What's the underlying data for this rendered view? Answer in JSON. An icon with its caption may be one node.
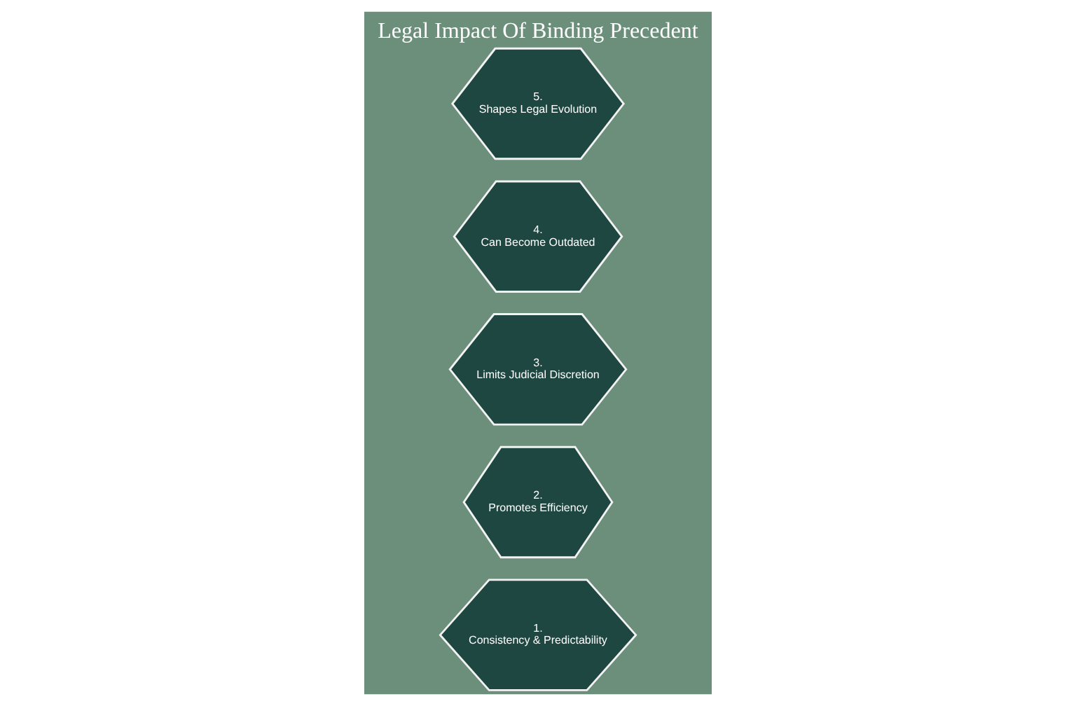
{
  "diagram": {
    "title": "Legal Impact Of Binding Precedent",
    "nodes": [
      {
        "text": [
          "1.",
          "Consistency & Predictability"
        ]
      },
      {
        "text": [
          "2.",
          "Promotes Efficiency"
        ]
      },
      {
        "text": [
          "3.",
          "Limits Judicial Discretion"
        ]
      },
      {
        "text": [
          "4.",
          "Can Become Outdated"
        ]
      },
      {
        "text": [
          "5.",
          "Shapes Legal Evolution"
        ]
      }
    ],
    "edges": []
  }
}
